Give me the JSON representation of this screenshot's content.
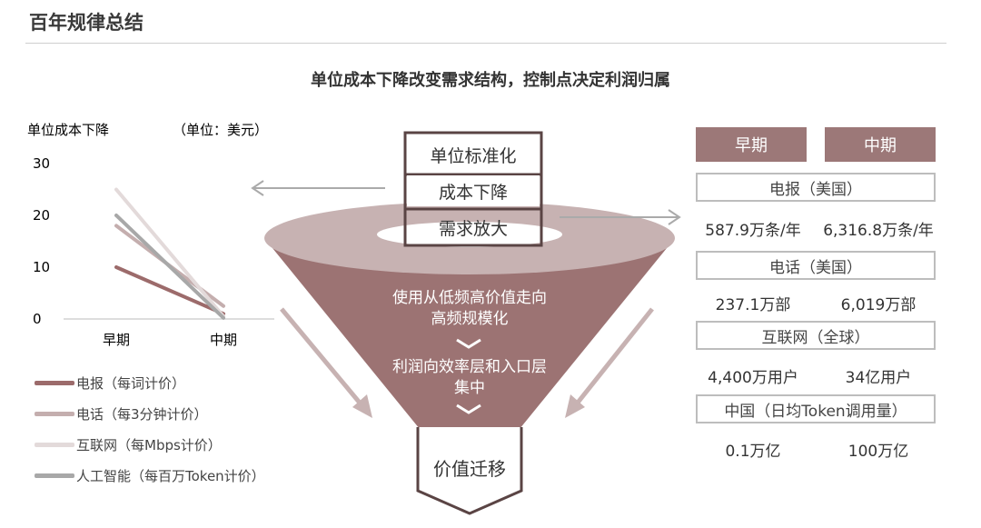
{
  "page_title": "百年规律总结",
  "subtitle": "单位成本下降改变需求结构，控制点决定利润归属",
  "chart_data": {
    "type": "line",
    "title": "单位成本下降",
    "unit_note": "（单位：美元）",
    "categories": [
      "早期",
      "中期"
    ],
    "y_ticks": [
      "0",
      "10",
      "20",
      "30"
    ],
    "ylim": [
      0,
      30
    ],
    "series": [
      {
        "name": "电报（每词计价）",
        "values": [
          10,
          1
        ],
        "color": "#9c6b6b"
      },
      {
        "name": "电话（每3分钟计价）",
        "values": [
          18,
          2.5
        ],
        "color": "#c4aeae"
      },
      {
        "name": "互联网（每Mbps计价）",
        "values": [
          25,
          0.5
        ],
        "color": "#e3dada"
      },
      {
        "name": "人工智能（每百万Token计价）",
        "values": [
          20,
          0.2
        ],
        "color": "#a8a8a8"
      }
    ]
  },
  "funnel": {
    "stack": [
      "单位标准化",
      "成本下降",
      "需求放大"
    ],
    "upper_text": [
      "使用从低频高价值走向",
      "高频规模化"
    ],
    "lower_text": [
      "利润向效率层和入口层",
      "集中"
    ],
    "bottom": "价值迁移",
    "colors": {
      "top_rim": "#c7b2b2",
      "body": "#9c7373",
      "box_border": "#5a4444"
    }
  },
  "right_panel": {
    "periods": [
      "早期",
      "中期"
    ],
    "metrics": [
      {
        "label": "电报（美国）",
        "early": "587.9万条/年",
        "mid": "6,316.8万条/年"
      },
      {
        "label": "电话（美国）",
        "early": "237.1万部",
        "mid": "6,019万部"
      },
      {
        "label": "互联网（全球）",
        "early": "4,400万用户",
        "mid": "34亿用户"
      },
      {
        "label": "中国（日均Token调用量）",
        "early": "0.1万亿",
        "mid": "100万亿"
      }
    ]
  }
}
